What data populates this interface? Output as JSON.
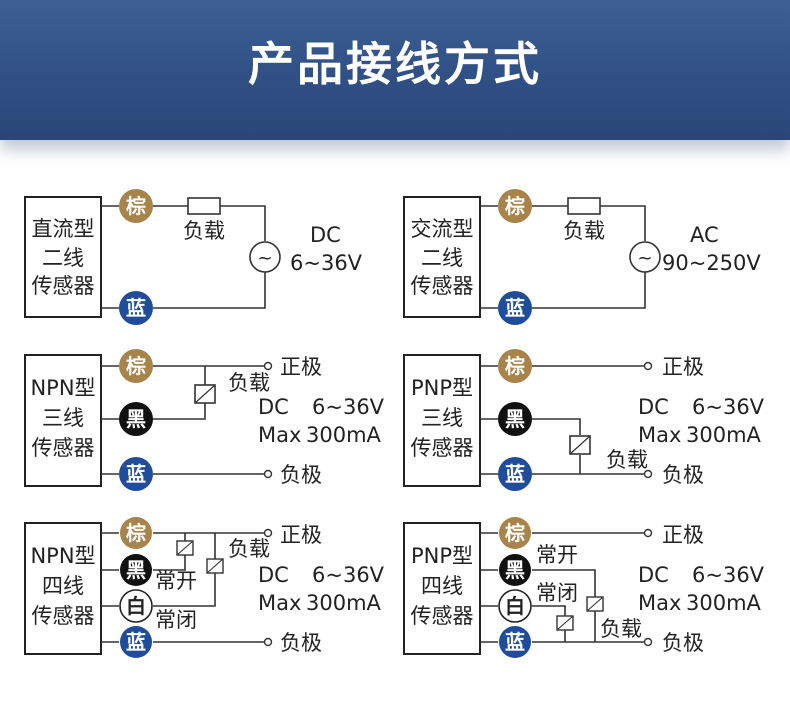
{
  "title": "产品接线方式",
  "colors": {
    "banner": "#2f4f84",
    "brown": "#a8834a",
    "black": "#111111",
    "blue": "#1f4d9c",
    "white": "#ffffff"
  },
  "wires": {
    "brown": "棕",
    "black": "黑",
    "blue": "蓝",
    "white": "白"
  },
  "diagrams": {
    "d1": {
      "sensor": [
        "直流型",
        "二线",
        "传感器"
      ],
      "load": "负载",
      "supply_type": "DC",
      "supply_range": "6~36V"
    },
    "d2": {
      "sensor": [
        "交流型",
        "二线",
        "传感器"
      ],
      "load": "负载",
      "supply_type": "AC",
      "supply_range": "90~250V"
    },
    "d3": {
      "sensor": [
        "NPN型",
        "三线",
        "传感器"
      ],
      "load": "负载",
      "positive": "正极",
      "negative": "负极",
      "supply_type": "DC",
      "supply_range": "6~36V",
      "max_label": "Max",
      "max_current": "300mA"
    },
    "d4": {
      "sensor": [
        "PNP型",
        "三线",
        "传感器"
      ],
      "load": "负载",
      "positive": "正极",
      "negative": "负极",
      "supply_type": "DC",
      "supply_range": "6~36V",
      "max_label": "Max",
      "max_current": "300mA"
    },
    "d5": {
      "sensor": [
        "NPN型",
        "四线",
        "传感器"
      ],
      "load": "负载",
      "no": "常开",
      "nc": "常闭",
      "positive": "正极",
      "negative": "负极",
      "supply_type": "DC",
      "supply_range": "6~36V",
      "max_label": "Max",
      "max_current": "300mA"
    },
    "d6": {
      "sensor": [
        "PNP型",
        "四线",
        "传感器"
      ],
      "load": "负载",
      "no": "常开",
      "nc": "常闭",
      "positive": "正极",
      "negative": "负极",
      "supply_type": "DC",
      "supply_range": "6~36V",
      "max_label": "Max",
      "max_current": "300mA"
    }
  }
}
